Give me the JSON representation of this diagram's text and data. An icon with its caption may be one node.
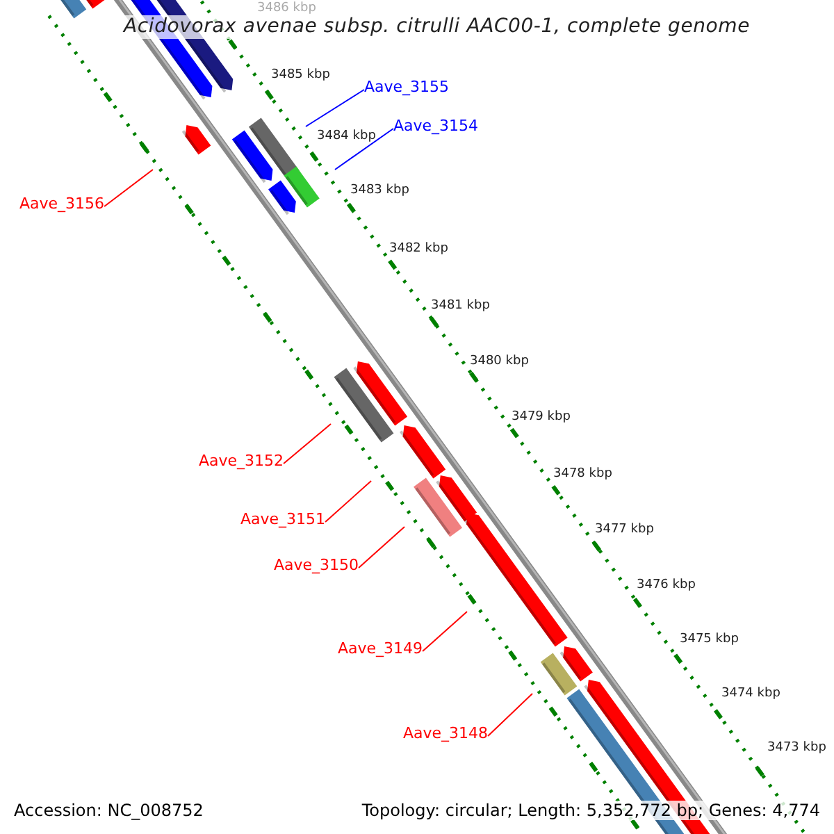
{
  "diagram": {
    "title": "Acidovorax avenae subsp. citrulli AAC00-1, complete genome",
    "nodes": [
      {
        "text": [
          "Aave_3155"
        ]
      },
      {
        "text": [
          "Aave_3154"
        ]
      },
      {
        "text": [
          "Aave_3156"
        ]
      },
      {
        "text": [
          "Aave_3152"
        ]
      },
      {
        "text": [
          "Aave_3151"
        ]
      },
      {
        "text": [
          "Aave_3150"
        ]
      },
      {
        "text": [
          "Aave_3149"
        ]
      },
      {
        "text": [
          "Aave_3148"
        ]
      }
    ],
    "edges": [
      {
        "from": 0,
        "to": null,
        "arrow": "none",
        "color": "#0000ff"
      },
      {
        "from": 1,
        "to": null,
        "arrow": "none",
        "color": "#0000ff"
      },
      {
        "from": 2,
        "to": null,
        "arrow": "none"
      },
      {
        "from": 3,
        "to": null,
        "arrow": "none"
      },
      {
        "from": 4,
        "to": null,
        "arrow": "none"
      },
      {
        "from": 5,
        "to": null,
        "arrow": "none"
      },
      {
        "from": 6,
        "to": null,
        "arrow": "none"
      },
      {
        "from": 7,
        "to": null,
        "arrow": "none"
      }
    ],
    "labels": [
      "3486 kbp",
      "3485 kbp",
      "3484 kbp",
      "3483 kbp",
      "3482 kbp",
      "3481 kbp",
      "3480 kbp",
      "3479 kbp",
      "3478 kbp",
      "3477 kbp",
      "3476 kbp",
      "3475 kbp",
      "3474 kbp",
      "3473 kbp",
      "Accession: NC_008752",
      "Topology: circular; Length: 5,352,772 bp; Genes: 4,774"
    ]
  }
}
